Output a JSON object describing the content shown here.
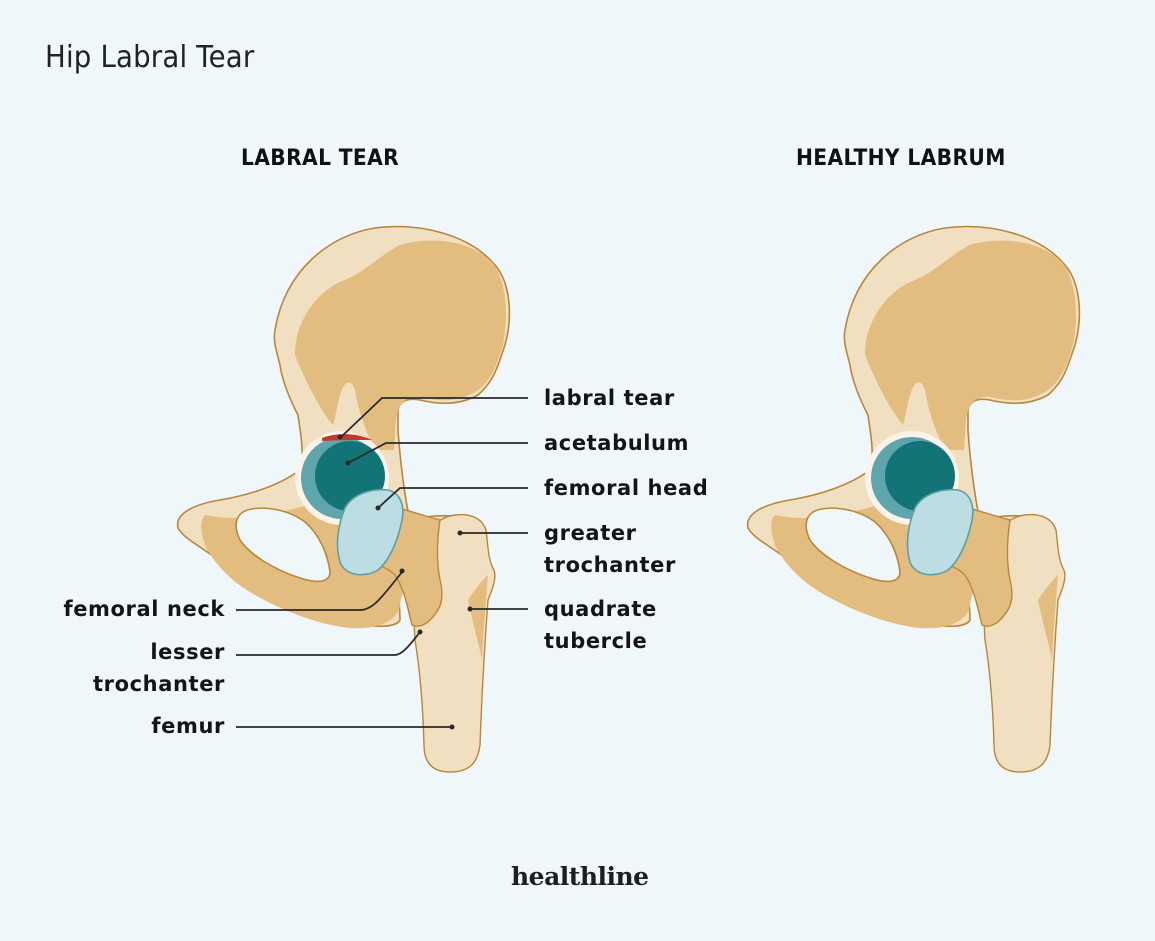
{
  "title": "Hip Labral Tear",
  "panels": {
    "left": {
      "heading": "LABRAL TEAR"
    },
    "right": {
      "heading": "HEALTHY LABRUM"
    }
  },
  "labels": {
    "right_side": [
      {
        "id": "labral-tear",
        "text": "labral tear"
      },
      {
        "id": "acetabulum",
        "text": "acetabulum"
      },
      {
        "id": "femoral-head",
        "text": "femoral head"
      },
      {
        "id": "greater-trochanter",
        "line1": "greater",
        "line2": "trochanter"
      },
      {
        "id": "quadrate-tubercle",
        "line1": "quadrate",
        "line2": "tubercle"
      }
    ],
    "left_side": [
      {
        "id": "femoral-neck",
        "text": "femoral neck"
      },
      {
        "id": "lesser-trochanter",
        "line1": "lesser",
        "line2": "trochanter"
      },
      {
        "id": "femur",
        "text": "femur"
      }
    ]
  },
  "colors": {
    "background": "#eff7fa",
    "bone_dark": "#e3bc7f",
    "bone_light": "#f0dfc0",
    "bone_outline": "#b8873c",
    "acetabulum_dark": "#137477",
    "acetabulum_light": "#5fa5ac",
    "femoral_head": "#bcdde2",
    "labrum_rim": "#fbf3ea",
    "tear": "#c0392b",
    "leader_line": "#2a2a2a"
  },
  "brand": "healthline"
}
